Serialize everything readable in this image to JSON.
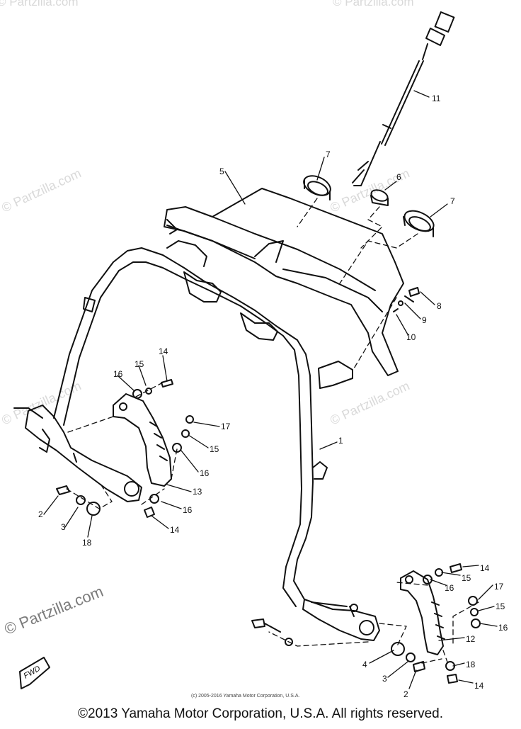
{
  "watermarks": {
    "text": "© Partzilla.com",
    "main_text": "© Partzilla.com"
  },
  "fwd_label": "FWD",
  "small_copyright": "(c) 2005-2016 Yamaha Motor Corporation, U.S.A.",
  "copyright": "©2013 Yamaha Motor Corporation, U.S.A. All rights reserved.",
  "callouts": {
    "c11": "11",
    "c7a": "7",
    "c5": "5",
    "c6": "6",
    "c7b": "7",
    "c8": "8",
    "c9": "9",
    "c10": "10",
    "c14a": "14",
    "c15a": "15",
    "c16a": "16",
    "c17a": "17",
    "c15b": "15",
    "c16b": "16",
    "c1": "1",
    "c13": "13",
    "c2a": "2",
    "c3a": "3",
    "c18a": "18",
    "c16c": "16",
    "c14b": "14",
    "c14c": "14",
    "c15c": "15",
    "c16d": "16",
    "c17b": "17",
    "c15d": "15",
    "c16e": "16",
    "c12": "12",
    "c18b": "18",
    "c14d": "14",
    "c4": "4",
    "c3b": "3",
    "c2b": "2"
  }
}
